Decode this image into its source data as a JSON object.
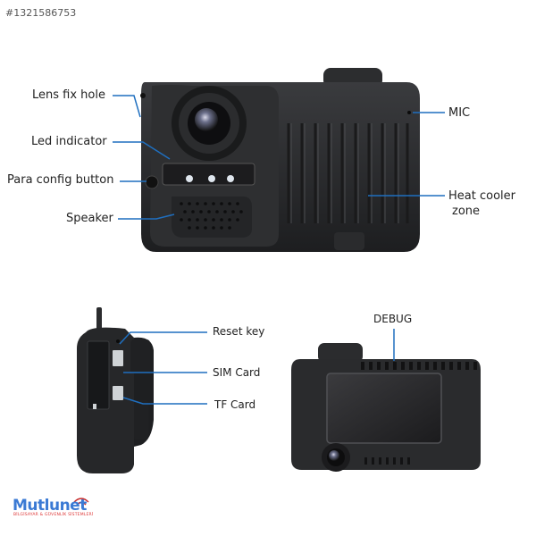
{
  "image_id": "#1321586753",
  "labels": {
    "lens_fix_hole": "Lens fix hole",
    "led_indicator": "Led indicator",
    "para_config_button": "Para config button",
    "speaker": "Speaker",
    "mic": "MIC",
    "heat_cooler_line1": "Heat cooler",
    "heat_cooler_line2": "zone",
    "reset_key": "Reset key",
    "sim_card": "SIM Card",
    "tf_card": "TF Card",
    "debug": "DEBUG"
  },
  "brand": {
    "name": "Mutlunet",
    "tagline": "BİLGİSAYAR & GÜVENLİK SİSTEMLERİ"
  },
  "colors": {
    "device_body": "#2a2b2d",
    "callout_line": "#1f6fbf",
    "brand_blue": "#3b7ad4"
  }
}
